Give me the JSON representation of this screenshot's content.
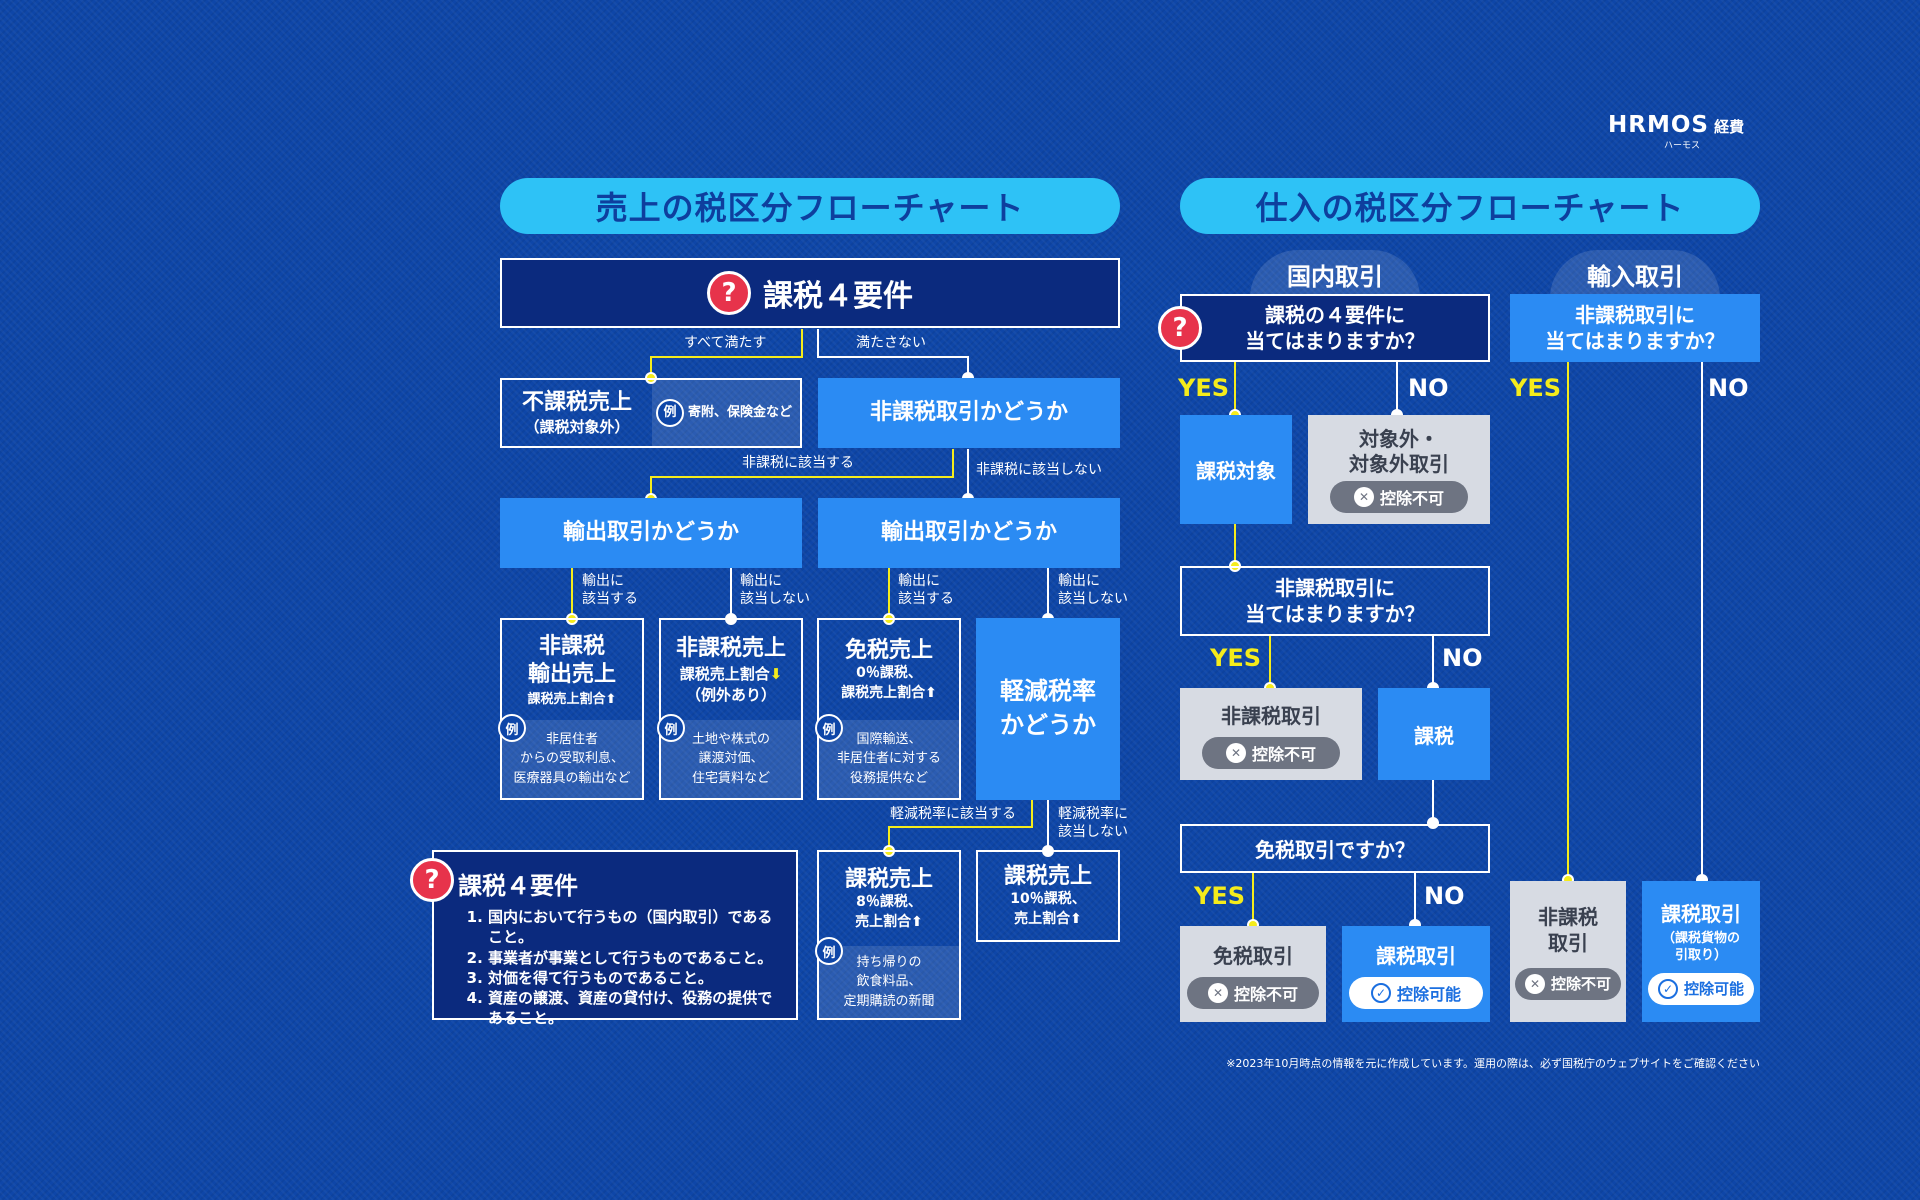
{
  "logo": {
    "brand": "HRMOS",
    "suffix": "経費",
    "kana": "ハーモス"
  },
  "left": {
    "title": "売上の税区分フローチャート",
    "top_box": "課税４要件",
    "branch_all": "すべて満たす",
    "branch_not": "満たさない",
    "fukazei": {
      "title": "不課税売上",
      "sub": "（課税対象外）",
      "ex": "寄附、保険金など"
    },
    "hikazei_q": "非課税取引かどうか",
    "hikazei_yes": "非課税に該当する",
    "hikazei_no": "非課税に該当しない",
    "export_q1": "輸出取引かどうか",
    "export_q2": "輸出取引かどうか",
    "export_yes_1": "輸出に\n該当する",
    "export_no_1": "輸出に\n該当しない",
    "export_yes_2": "輸出に\n該当する",
    "export_no_2": "輸出に\n該当しない",
    "box1": {
      "title": "非課税\n輸出売上",
      "sub": "課税売上割合",
      "ex": "非居住者\nからの受取利息、\n医療器具の輸出など"
    },
    "box2": {
      "title": "非課税売上",
      "sub": "課税売上割合",
      "sub2": "（例外あり）",
      "ex": "土地や株式の\n譲渡対価、\n住宅賃料など"
    },
    "box3": {
      "title": "免税売上",
      "sub": "0％課税、\n課税売上割合",
      "ex": "国際輸送、\n非居住者に対する\n役務提供など"
    },
    "box4": {
      "title": "軽減税率\nかどうか"
    },
    "reduced_yes": "軽減税率に該当する",
    "reduced_no": "軽減税率に\n該当しない",
    "box5": {
      "title": "課税売上",
      "sub": "8％課税、\n売上割合",
      "ex": "持ち帰りの\n飲食料品、\n定期購読の新聞"
    },
    "box6": {
      "title": "課税売上",
      "sub": "10％課税、\n売上割合"
    },
    "ex_mark": "例",
    "requirements": {
      "title": "課税４要件",
      "items": [
        "国内において行うもの（国内取引）であること。",
        "事業者が事業として行うものであること。",
        "対価を得て行うものであること。",
        "資産の譲渡、資産の貸付け、役務の提供であること。"
      ]
    }
  },
  "right": {
    "title": "仕入の税区分フローチャート",
    "domestic": "国内取引",
    "import": "輸入取引",
    "q_req": "課税の４要件に\n当てはまりますか？",
    "q_import": "非課税取引に\n当てはまりますか？",
    "yes": "YES",
    "no": "NO",
    "taxable_target": "課税対象",
    "out_of_scope": "対象外・\n対象外取引",
    "q_hikazei": "非課税取引に\n当てはまりますか？",
    "hikazei_tx": "非課税取引",
    "kazei": "課税",
    "q_menzei": "免税取引ですか？",
    "menzei_tx": "免税取引",
    "kazei_tx": "課税取引",
    "import_hikazei": "非課税\n取引",
    "import_kazei": "課税取引",
    "import_kazei_sub": "（課税貨物の\n引取り）",
    "not_deductible": "控除不可",
    "deductible": "控除可能"
  },
  "footnote": "※2023年10月時点の情報を元に作成しています。運用の際は、必ず国税庁のウェブサイトをご確認ください",
  "colors": {
    "bg": "#0e46a8",
    "header": "#2ec2f6",
    "box": "#2b8bf3",
    "yes": "#f5ec1b",
    "alert": "#e7334b"
  }
}
